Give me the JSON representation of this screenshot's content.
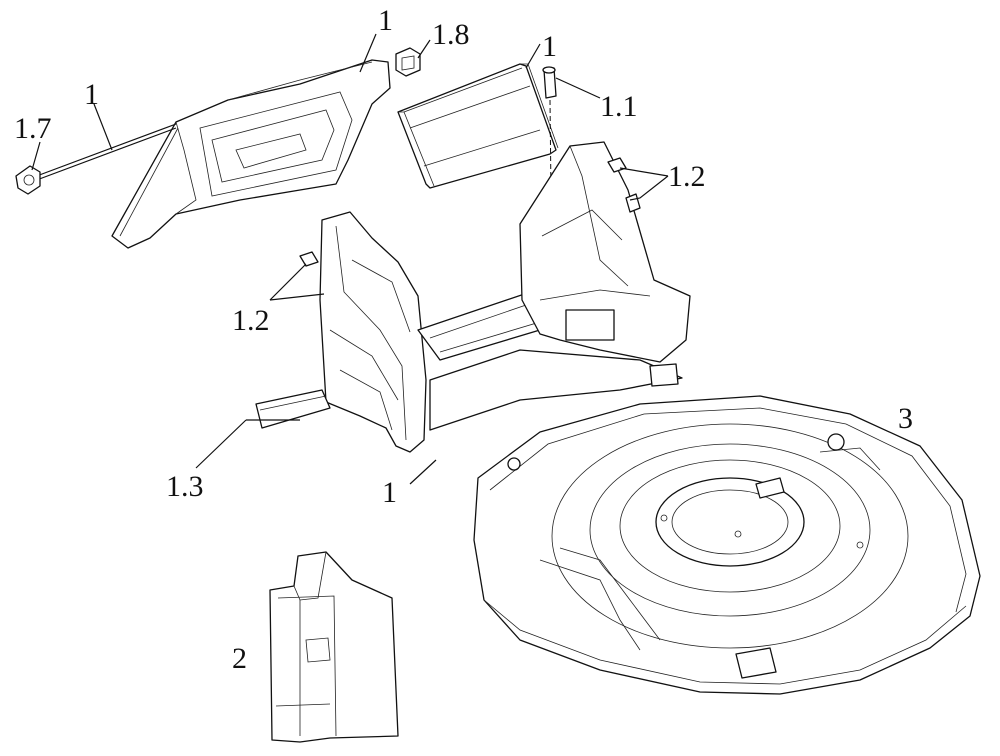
{
  "labels": {
    "handle_top": "1",
    "nut_top": "1.8",
    "cover_top": "1",
    "screw": "1.1",
    "rod": "1",
    "rod_end": "1.7",
    "clip_right": "1.2",
    "clip_left": "1.2",
    "rear_strip": "1.3",
    "housing": "1",
    "grass_flap": "2",
    "deck": "3"
  }
}
